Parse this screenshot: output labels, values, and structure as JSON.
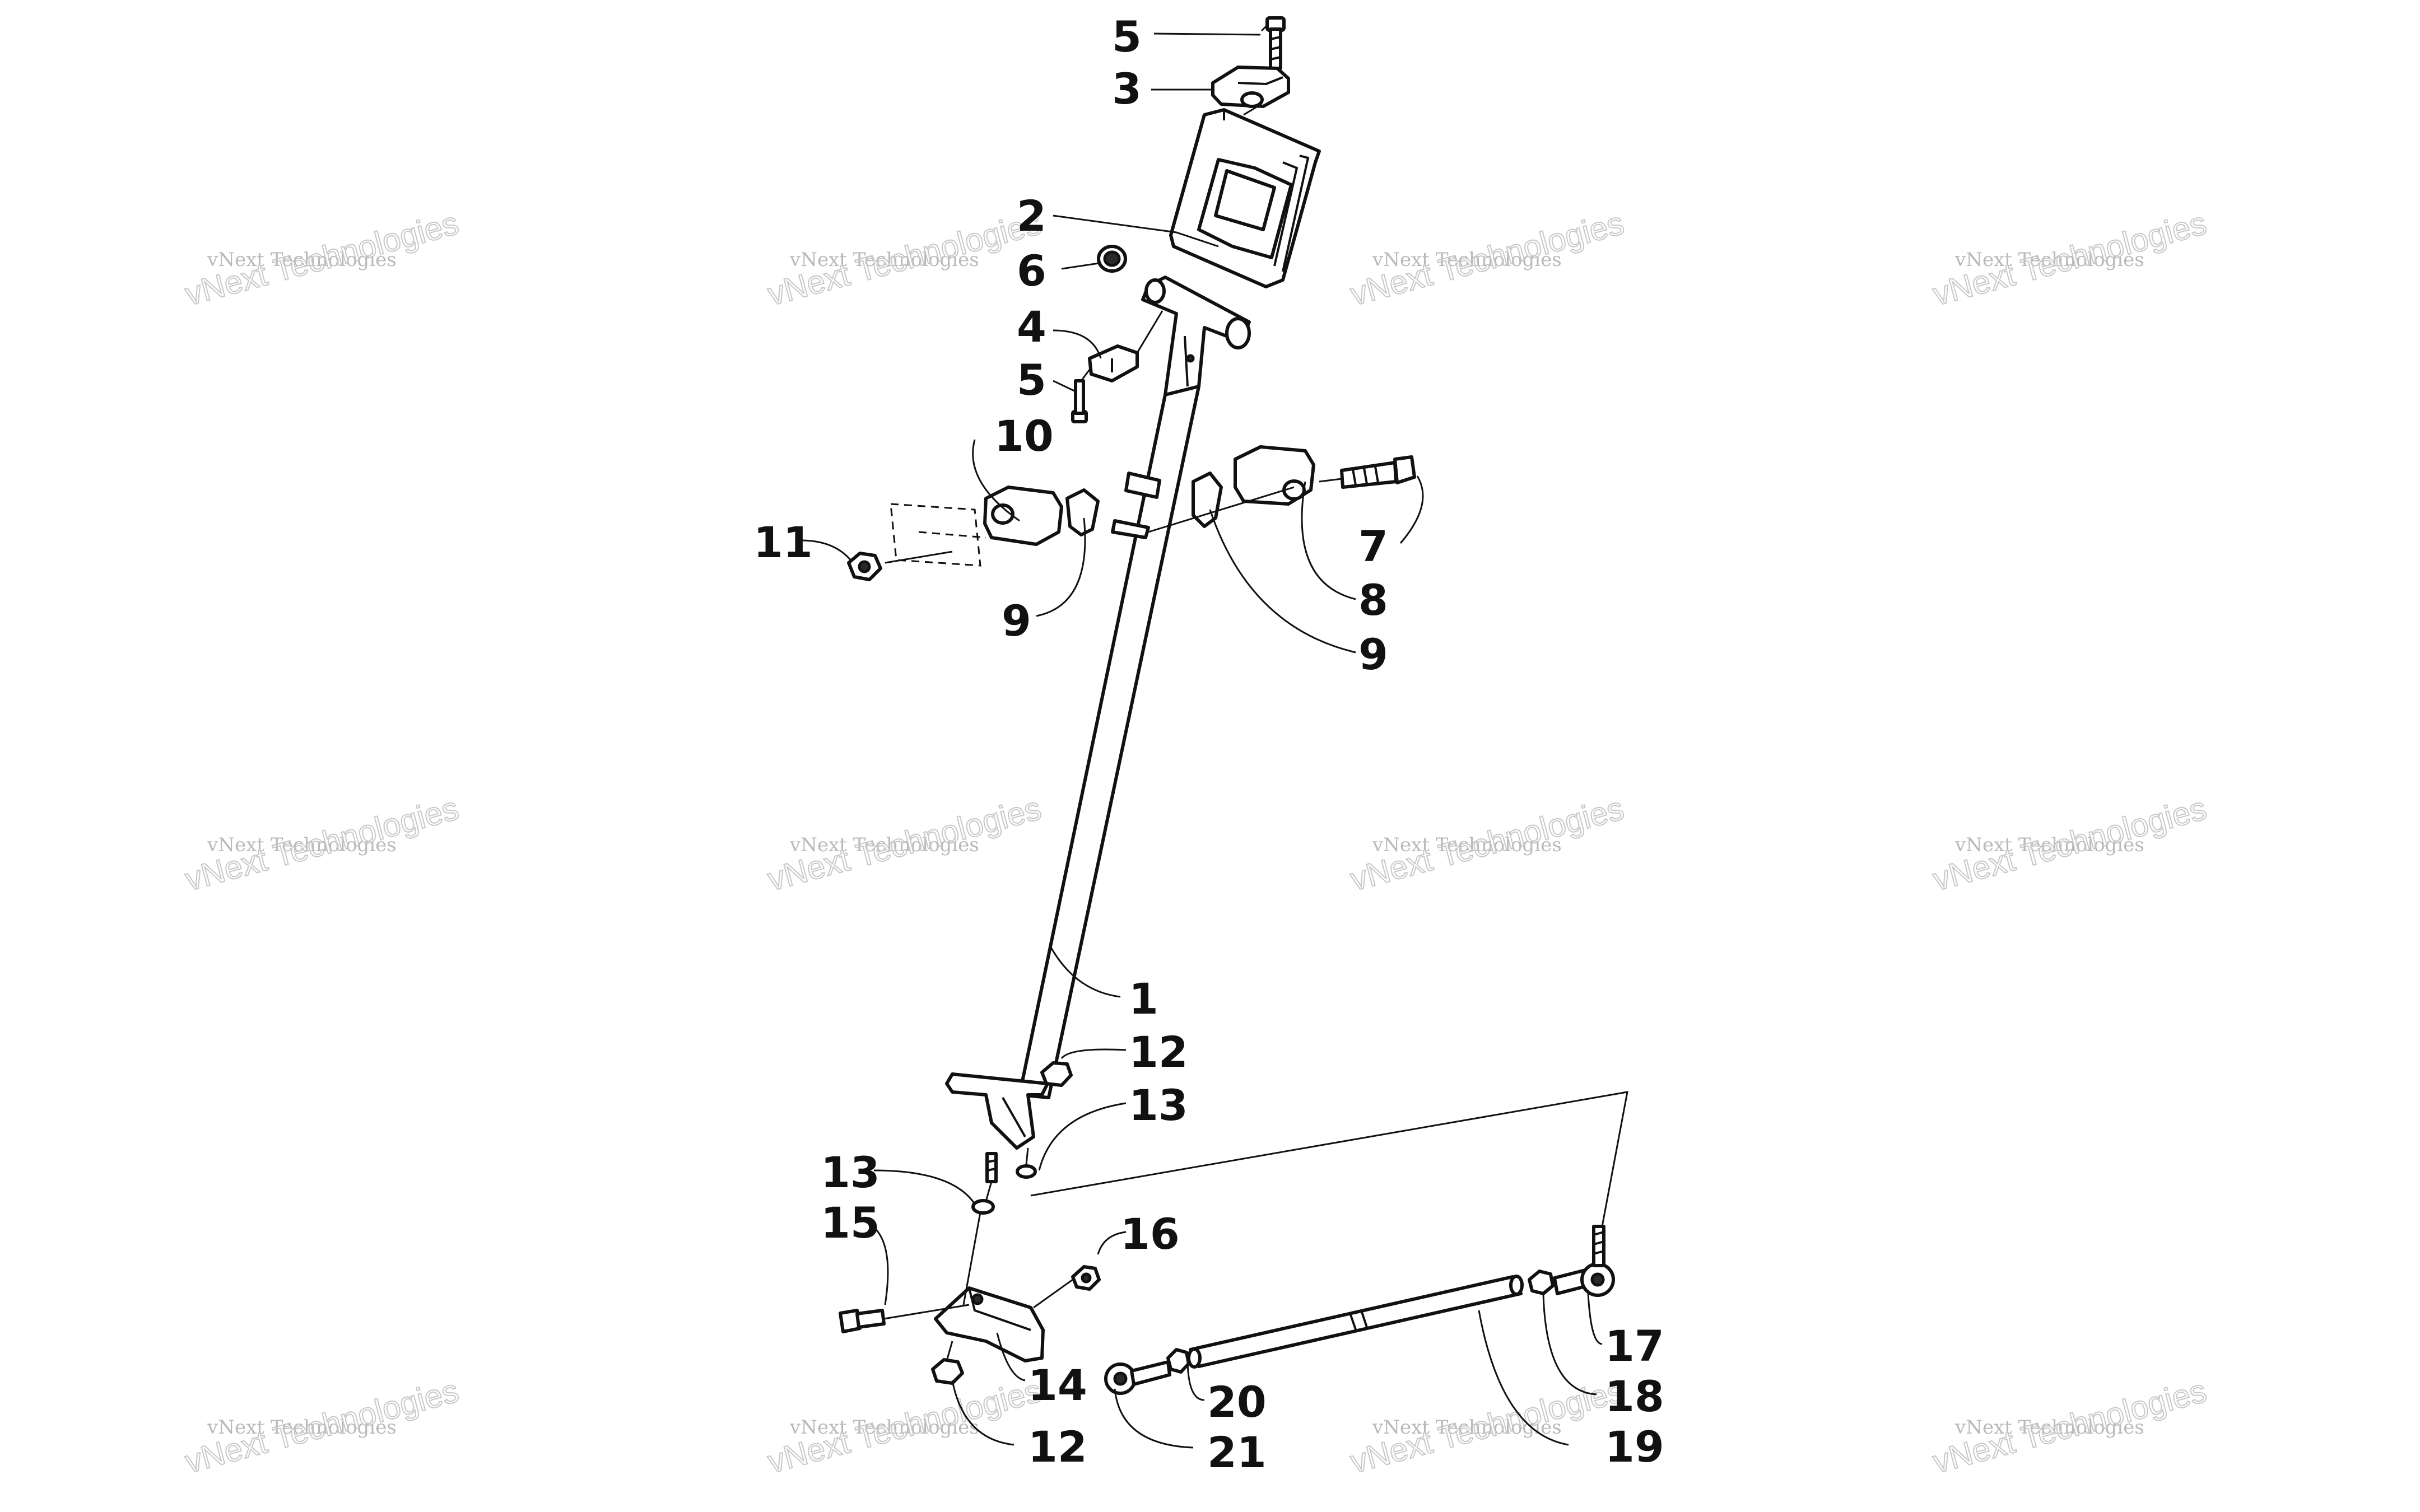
{
  "watermark": {
    "line1": "vNext Technologies",
    "line2": "vNext Technologies"
  },
  "callouts": {
    "c1": "1",
    "c2": "2",
    "c3": "3",
    "c4": "4",
    "c5a": "5",
    "c5b": "5",
    "c6": "6",
    "c7": "7",
    "c8": "8",
    "c9a": "9",
    "c9b": "9",
    "c10": "10",
    "c11": "11",
    "c12a": "12",
    "c12b": "12",
    "c13a": "13",
    "c13b": "13",
    "c14": "14",
    "c15": "15",
    "c16": "16",
    "c17": "17",
    "c18": "18",
    "c19": "19",
    "c20": "20",
    "c21": "21"
  }
}
